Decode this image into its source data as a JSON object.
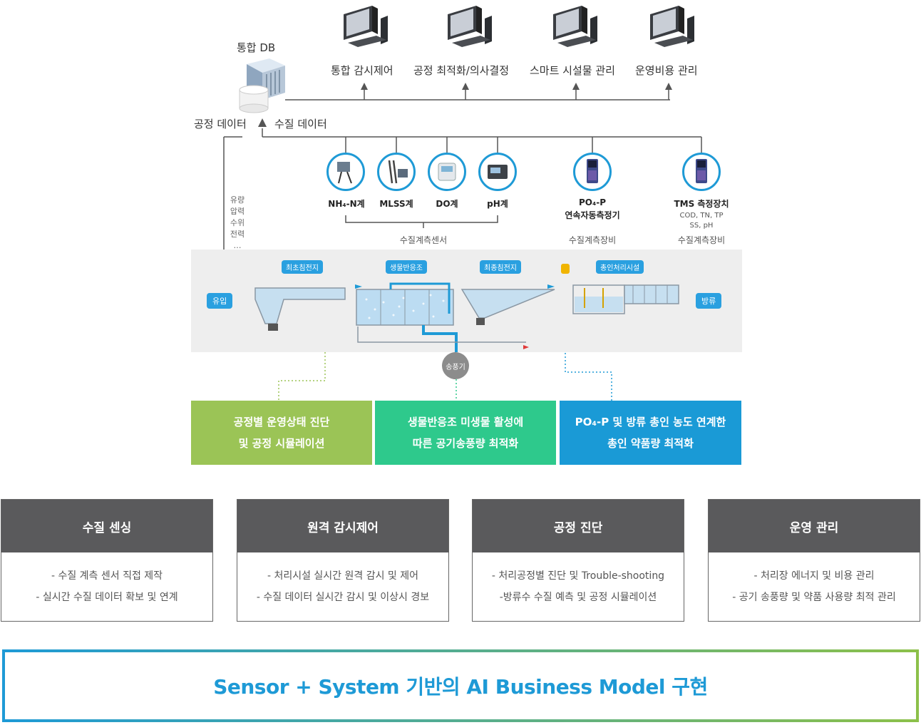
{
  "top": {
    "db_label": "통합 DB",
    "process_data": "공정 데이터",
    "quality_data": "수질 데이터",
    "terminals": [
      "통합 감시제어",
      "공정 최적화/의사결정",
      "스마트 시설물 관리",
      "운영비용 관리"
    ]
  },
  "sidebar_params": [
    "유량",
    "압력",
    "수위",
    "전력",
    "…"
  ],
  "sensors": {
    "nh4": "NH₄-N계",
    "mlss": "MLSS계",
    "do": "DO계",
    "ph": "pH계",
    "group_label": "수질계측센서"
  },
  "equipment": {
    "po4_line1": "PO₄-P",
    "po4_line2": "연속자동측정기",
    "po4_group": "수질계측장비",
    "tms_title": "TMS 측정장치",
    "tms_sub1": "COD, TN, TP",
    "tms_sub2": "SS, pH",
    "tms_group": "수질계측장비"
  },
  "process": {
    "inflow": "유입",
    "primary": "최초침전지",
    "bioreactor": "생물반응조",
    "final": "최종침전지",
    "phosphorus": "총인처리시설",
    "outflow": "방류",
    "blower": "송풍기"
  },
  "solutions": [
    {
      "line1": "공정별 운영상태 진단",
      "line2": "및 공정 시뮬레이션",
      "color": "#9bc456"
    },
    {
      "line1": "생물반응조 미생물 활성에",
      "line2": "따른 공기송풍량 최적화",
      "color": "#2ec98c"
    },
    {
      "line1": "PO₄-P 및 방류 총인 농도 연계한",
      "line2": "총인 약품량 최적화",
      "color": "#1a9ad6"
    }
  ],
  "cards": [
    {
      "title": "수질 센싱",
      "line1": "- 수질 계측 센서 직접 제작",
      "line2": "- 실시간 수질 데이터 확보 및 연계"
    },
    {
      "title": "원격 감시제어",
      "line1": "- 처리시설 실시간 원격 감시 및 제어",
      "line2": "- 수질 데이터 실시간 감시 및 이상시 경보"
    },
    {
      "title": "공정 진단",
      "line1": "- 처리공정별 진단 및 Trouble-shooting",
      "line2": "-방류수 수질 예측 및 공정 시뮬레이션"
    },
    {
      "title": "운영 관리",
      "line1": "- 처리장 에너지 및 비용 관리",
      "line2": "- 공기 송풍량 및 약품 사용량 최적 관리"
    }
  ],
  "banner": "Sensor + System 기반의 AI Business Model 구현",
  "colors": {
    "accent_blue": "#1e9ad6",
    "green": "#9bc456",
    "teal": "#2ec98c",
    "card_head": "#5a5a5c"
  }
}
